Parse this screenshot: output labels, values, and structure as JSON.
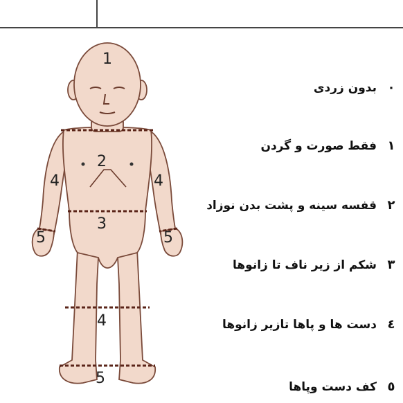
{
  "figure": {
    "zone_labels": {
      "head": "1",
      "chest": "2",
      "abdomen": "3",
      "left_arm": "4",
      "right_arm": "4",
      "legs": "4",
      "left_hand": "5",
      "right_hand": "5",
      "feet": "5"
    },
    "skin_color": "#f2d9cb",
    "outline_color": "#7a4a3a",
    "divider_color": "#5a2418"
  },
  "legend": [
    {
      "num": "٠",
      "text": "بدون زردی"
    },
    {
      "num": "١",
      "text": "فقط صورت و گردن"
    },
    {
      "num": "٢",
      "text": "قفسه سینه و پشت بدن نوزاد"
    },
    {
      "num": "٣",
      "text": "شکم از زیر ناف تا زانوها"
    },
    {
      "num": "٤",
      "text": "دست ها و پاها تازیر زانوها"
    },
    {
      "num": "٥",
      "text": "کف دست وپاها"
    }
  ]
}
